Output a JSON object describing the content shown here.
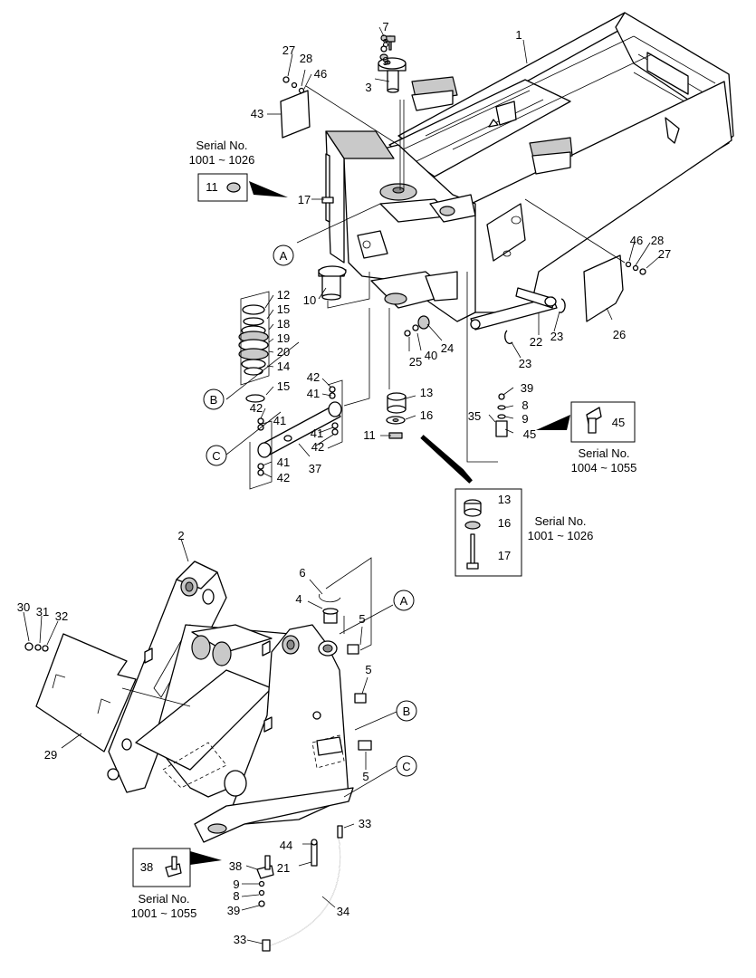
{
  "callouts": [
    {
      "id": "c1",
      "text": "1"
    },
    {
      "id": "c7",
      "text": "7"
    },
    {
      "id": "c8a",
      "text": "8"
    },
    {
      "id": "c9a",
      "text": "9"
    },
    {
      "id": "c3",
      "text": "3"
    },
    {
      "id": "c27a",
      "text": "27"
    },
    {
      "id": "c28a",
      "text": "28"
    },
    {
      "id": "c46a",
      "text": "46"
    },
    {
      "id": "c43",
      "text": "43"
    },
    {
      "id": "c17a",
      "text": "17"
    },
    {
      "id": "c10",
      "text": "10"
    },
    {
      "id": "c12",
      "text": "12"
    },
    {
      "id": "c15a",
      "text": "15"
    },
    {
      "id": "c18",
      "text": "18"
    },
    {
      "id": "c19",
      "text": "19"
    },
    {
      "id": "c20",
      "text": "20"
    },
    {
      "id": "c14",
      "text": "14"
    },
    {
      "id": "c15b",
      "text": "15"
    },
    {
      "id": "c42a",
      "text": "42"
    },
    {
      "id": "c41a",
      "text": "41"
    },
    {
      "id": "c42b",
      "text": "42"
    },
    {
      "id": "c41b",
      "text": "41"
    },
    {
      "id": "c41c",
      "text": "41"
    },
    {
      "id": "c42c",
      "text": "42"
    },
    {
      "id": "c41d",
      "text": "41"
    },
    {
      "id": "c42d",
      "text": "42"
    },
    {
      "id": "c37",
      "text": "37"
    },
    {
      "id": "c13a",
      "text": "13"
    },
    {
      "id": "c16a",
      "text": "16"
    },
    {
      "id": "c11a",
      "text": "11"
    },
    {
      "id": "c25",
      "text": "25"
    },
    {
      "id": "c40",
      "text": "40"
    },
    {
      "id": "c24",
      "text": "24"
    },
    {
      "id": "c22",
      "text": "22"
    },
    {
      "id": "c23a",
      "text": "23"
    },
    {
      "id": "c23b",
      "text": "23"
    },
    {
      "id": "c26",
      "text": "26"
    },
    {
      "id": "c46b",
      "text": "46"
    },
    {
      "id": "c28b",
      "text": "28"
    },
    {
      "id": "c27b",
      "text": "27"
    },
    {
      "id": "c39a",
      "text": "39"
    },
    {
      "id": "c8b",
      "text": "8"
    },
    {
      "id": "c9b",
      "text": "9"
    },
    {
      "id": "c35",
      "text": "35"
    },
    {
      "id": "c45a",
      "text": "45"
    },
    {
      "id": "c13b",
      "text": "13"
    },
    {
      "id": "c16b",
      "text": "16"
    },
    {
      "id": "c17b",
      "text": "17"
    },
    {
      "id": "c2",
      "text": "2"
    },
    {
      "id": "c6",
      "text": "6"
    },
    {
      "id": "c4",
      "text": "4"
    },
    {
      "id": "c5a",
      "text": "5"
    },
    {
      "id": "c5b",
      "text": "5"
    },
    {
      "id": "c5c",
      "text": "5"
    },
    {
      "id": "c30",
      "text": "30"
    },
    {
      "id": "c31",
      "text": "31"
    },
    {
      "id": "c32",
      "text": "32"
    },
    {
      "id": "c29",
      "text": "29"
    },
    {
      "id": "c33a",
      "text": "33"
    },
    {
      "id": "c44",
      "text": "44"
    },
    {
      "id": "c21",
      "text": "21"
    },
    {
      "id": "c34",
      "text": "34"
    },
    {
      "id": "c38a",
      "text": "38"
    },
    {
      "id": "c9c",
      "text": "9"
    },
    {
      "id": "c8c",
      "text": "8"
    },
    {
      "id": "c39b",
      "text": "39"
    },
    {
      "id": "c33b",
      "text": "33"
    }
  ],
  "refs": [
    {
      "id": "rA1",
      "text": "A"
    },
    {
      "id": "rB1",
      "text": "B"
    },
    {
      "id": "rC1",
      "text": "C"
    },
    {
      "id": "rA2",
      "text": "A"
    },
    {
      "id": "rB2",
      "text": "B"
    },
    {
      "id": "rC2",
      "text": "C"
    }
  ],
  "inset_boxes": [
    {
      "id": "box11",
      "part": "11"
    },
    {
      "id": "box45",
      "part": "45"
    },
    {
      "id": "box38",
      "part": "38"
    }
  ],
  "serials": {
    "s1026a": {
      "label": "Serial No.",
      "range": "1001 ~ 1026"
    },
    "s1055a": {
      "label": "Serial No.",
      "range": "1004 ~ 1055"
    },
    "s1026b": {
      "label": "Serial No.",
      "range": "1001 ~ 1026"
    },
    "s1055b": {
      "label": "Serial No.",
      "range": "1001 ~ 1055"
    }
  }
}
